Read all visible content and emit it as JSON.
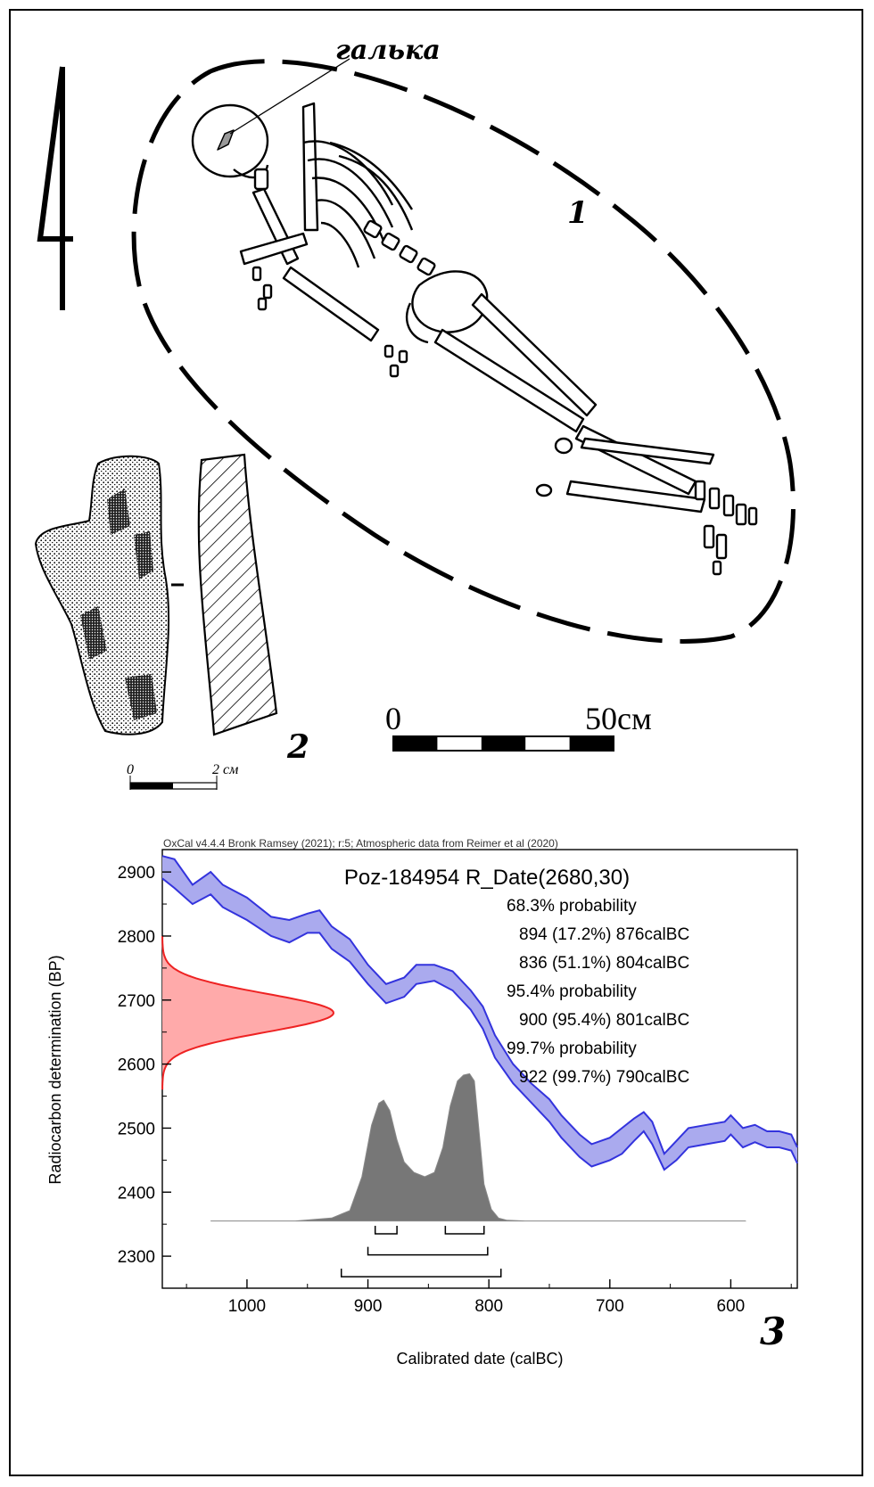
{
  "figure": {
    "pebble_label": "галька",
    "panel_labels": [
      "1",
      "2",
      "3"
    ],
    "north_arrow_icon": "north-arrow-icon",
    "scale_bar_large": {
      "start": "0",
      "end": "50см"
    },
    "scale_bar_small": {
      "start": "0",
      "end": "2 см"
    }
  },
  "chart_data": {
    "type": "area",
    "title": "Poz-184954 R_Date(2680,30)",
    "header_note": "OxCal v4.4.4 Bronk Ramsey (2021); r:5; Atmospheric data from Reimer et al (2020)",
    "xlabel": "Calibrated date (calBC)",
    "ylabel": "Radiocarbon determination (BP)",
    "xlim": [
      1070,
      545
    ],
    "ylim": [
      2250,
      2935
    ],
    "xticks": [
      1000,
      900,
      800,
      700,
      600
    ],
    "yticks": [
      2300,
      2400,
      2500,
      2600,
      2700,
      2800,
      2900
    ],
    "legend_lines": [
      "68.3% probability",
      "894 (17.2%) 876calBC",
      "836 (51.1%) 804calBC",
      "95.4% probability",
      "900 (95.4%) 801calBC",
      "99.7% probability",
      "922 (99.7%) 790calBC"
    ],
    "calibration_curve": {
      "color": "#3333dd",
      "fill": "#aaaaee",
      "x": [
        1070,
        1060,
        1045,
        1030,
        1020,
        1000,
        980,
        965,
        950,
        940,
        930,
        915,
        900,
        885,
        870,
        860,
        845,
        830,
        815,
        805,
        795,
        780,
        765,
        750,
        740,
        725,
        715,
        700,
        690,
        680,
        672,
        665,
        655,
        645,
        635,
        620,
        605,
        600,
        590,
        580,
        570,
        560,
        550,
        545
      ],
      "upper": [
        2925,
        2920,
        2880,
        2900,
        2880,
        2860,
        2830,
        2825,
        2835,
        2840,
        2815,
        2795,
        2755,
        2725,
        2735,
        2755,
        2755,
        2745,
        2715,
        2690,
        2645,
        2600,
        2570,
        2545,
        2520,
        2490,
        2475,
        2485,
        2500,
        2515,
        2525,
        2510,
        2460,
        2480,
        2500,
        2505,
        2510,
        2520,
        2500,
        2505,
        2495,
        2495,
        2490,
        2470
      ],
      "lower": [
        2890,
        2875,
        2850,
        2865,
        2845,
        2825,
        2800,
        2790,
        2805,
        2805,
        2780,
        2760,
        2725,
        2695,
        2705,
        2725,
        2730,
        2715,
        2685,
        2655,
        2610,
        2570,
        2540,
        2510,
        2485,
        2455,
        2440,
        2450,
        2460,
        2480,
        2495,
        2475,
        2435,
        2450,
        2470,
        2475,
        2480,
        2490,
        2470,
        2478,
        2470,
        2470,
        2465,
        2445
      ]
    },
    "radiocarbon_date": {
      "mean": 2680,
      "sigma": 30,
      "color": "#ee2222",
      "fill": "#ffaaaa"
    },
    "calibrated_distribution": {
      "fill": "#777777",
      "x": [
        1030,
        960,
        930,
        915,
        905,
        897,
        891,
        887,
        882,
        876,
        870,
        862,
        853,
        845,
        838,
        832,
        826,
        821,
        816,
        812,
        808,
        804,
        798,
        792,
        785,
        770,
        700,
        588
      ],
      "density": [
        0,
        0,
        0.02,
        0.07,
        0.3,
        0.65,
        0.8,
        0.82,
        0.75,
        0.55,
        0.4,
        0.33,
        0.3,
        0.33,
        0.5,
        0.78,
        0.95,
        0.99,
        1.0,
        0.95,
        0.6,
        0.25,
        0.08,
        0.02,
        0.005,
        0,
        0,
        0
      ]
    },
    "ranges": [
      {
        "level": "68.3%",
        "segments": [
          [
            894,
            876
          ],
          [
            836,
            804
          ]
        ]
      },
      {
        "level": "95.4%",
        "segments": [
          [
            900,
            801
          ]
        ]
      },
      {
        "level": "99.7%",
        "segments": [
          [
            922,
            790
          ]
        ]
      }
    ]
  }
}
